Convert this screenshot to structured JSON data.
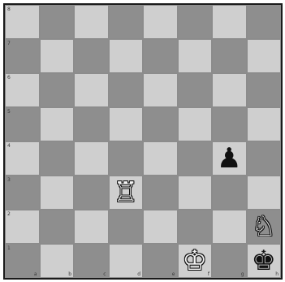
{
  "board": {
    "ranks": [
      "8",
      "7",
      "6",
      "5",
      "4",
      "3",
      "2",
      "1"
    ],
    "files": [
      "a",
      "b",
      "c",
      "d",
      "e",
      "f",
      "g",
      "h"
    ],
    "colors": {
      "light": "#cfcfcf",
      "dark": "#8e8e8e"
    },
    "pieces": [
      {
        "square": "g4",
        "piece": "pawn",
        "color": "black",
        "glyph": "♟",
        "icon": "black-pawn-icon"
      },
      {
        "square": "d3",
        "piece": "rook",
        "color": "white",
        "glyph": "♖",
        "icon": "white-rook-icon"
      },
      {
        "square": "h2",
        "piece": "knight",
        "color": "white",
        "glyph": "♘",
        "icon": "white-knight-icon"
      },
      {
        "square": "f1",
        "piece": "king",
        "color": "white",
        "glyph": "♔",
        "icon": "white-king-icon"
      },
      {
        "square": "h1",
        "piece": "king",
        "color": "black",
        "glyph": "♚",
        "icon": "black-king-icon"
      }
    ]
  }
}
